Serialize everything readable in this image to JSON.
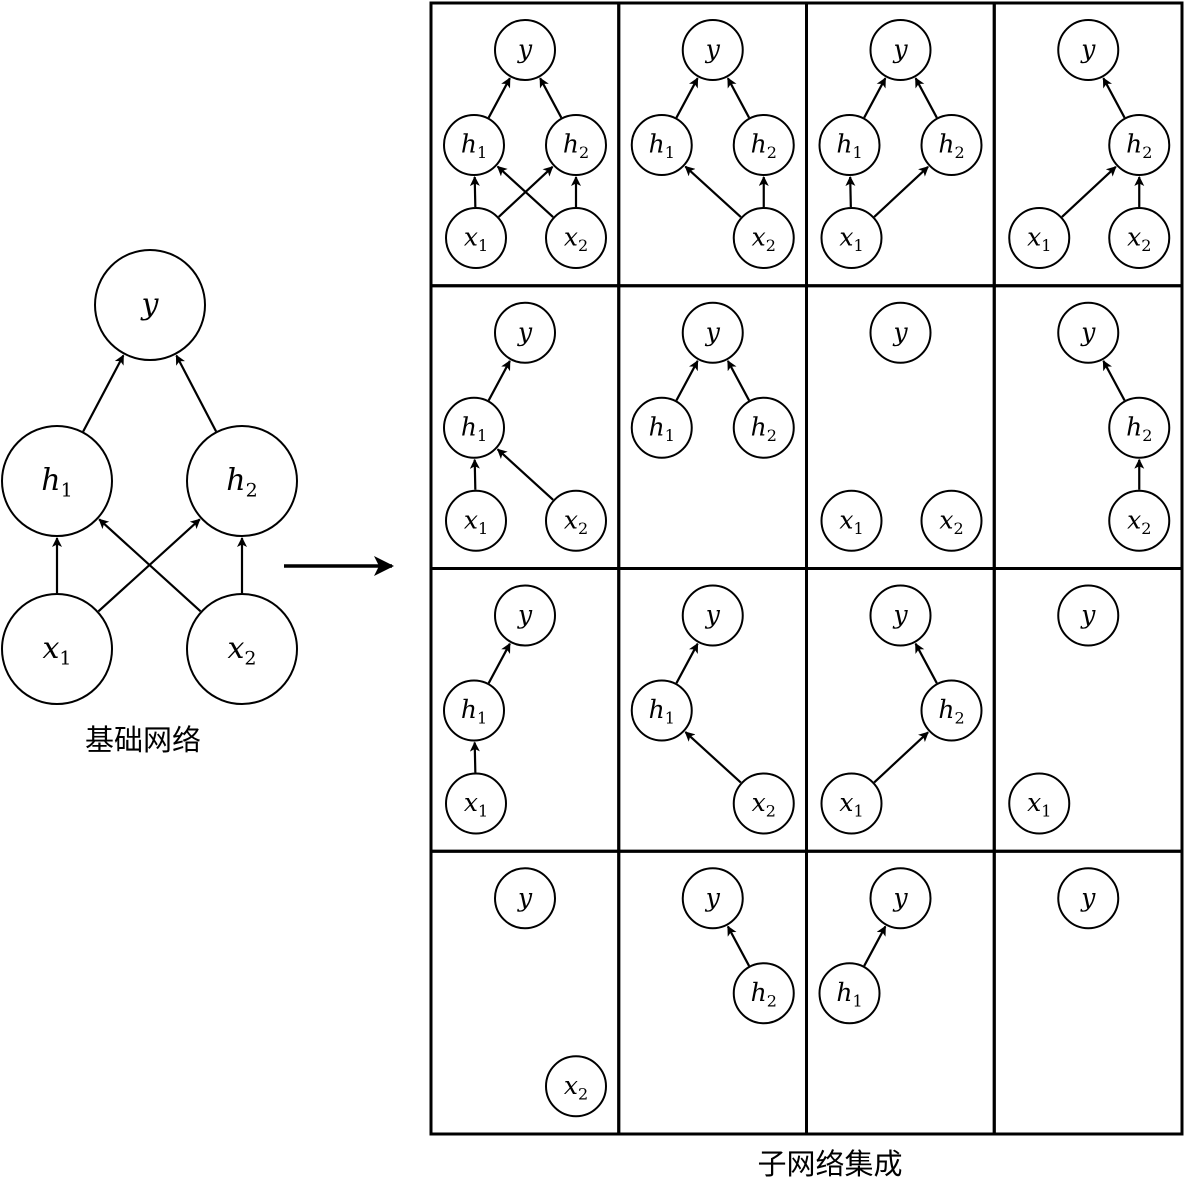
{
  "nodes": {
    "y": {
      "base": "y",
      "sub": ""
    },
    "h1": {
      "base": "h",
      "sub": "1"
    },
    "h2": {
      "base": "h",
      "sub": "2"
    },
    "x1": {
      "base": "x",
      "sub": "1"
    },
    "x2": {
      "base": "x",
      "sub": "2"
    }
  },
  "base_network": {
    "caption": "基础网络",
    "edges": [
      [
        "x1",
        "h1"
      ],
      [
        "x1",
        "h2"
      ],
      [
        "x2",
        "h1"
      ],
      [
        "x2",
        "h2"
      ],
      [
        "h1",
        "y"
      ],
      [
        "h2",
        "y"
      ]
    ]
  },
  "ensemble": {
    "caption": "子网络集成",
    "subnetworks": [
      {
        "nodes": [
          "y",
          "h1",
          "h2",
          "x1",
          "x2"
        ],
        "edges": [
          [
            "x1",
            "h1"
          ],
          [
            "x1",
            "h2"
          ],
          [
            "x2",
            "h1"
          ],
          [
            "x2",
            "h2"
          ],
          [
            "h1",
            "y"
          ],
          [
            "h2",
            "y"
          ]
        ]
      },
      {
        "nodes": [
          "y",
          "h1",
          "h2",
          "x2"
        ],
        "edges": [
          [
            "x2",
            "h1"
          ],
          [
            "x2",
            "h2"
          ],
          [
            "h1",
            "y"
          ],
          [
            "h2",
            "y"
          ]
        ]
      },
      {
        "nodes": [
          "y",
          "h1",
          "h2",
          "x1"
        ],
        "edges": [
          [
            "x1",
            "h1"
          ],
          [
            "x1",
            "h2"
          ],
          [
            "h1",
            "y"
          ],
          [
            "h2",
            "y"
          ]
        ]
      },
      {
        "nodes": [
          "y",
          "h2",
          "x1",
          "x2"
        ],
        "edges": [
          [
            "x1",
            "h2"
          ],
          [
            "x2",
            "h2"
          ],
          [
            "h2",
            "y"
          ]
        ]
      },
      {
        "nodes": [
          "y",
          "h1",
          "x1",
          "x2"
        ],
        "edges": [
          [
            "x1",
            "h1"
          ],
          [
            "x2",
            "h1"
          ],
          [
            "h1",
            "y"
          ]
        ]
      },
      {
        "nodes": [
          "y",
          "h1",
          "h2"
        ],
        "edges": [
          [
            "h1",
            "y"
          ],
          [
            "h2",
            "y"
          ]
        ]
      },
      {
        "nodes": [
          "y",
          "x1",
          "x2"
        ],
        "edges": []
      },
      {
        "nodes": [
          "y",
          "h2",
          "x2"
        ],
        "edges": [
          [
            "x2",
            "h2"
          ],
          [
            "h2",
            "y"
          ]
        ]
      },
      {
        "nodes": [
          "y",
          "h1",
          "x1"
        ],
        "edges": [
          [
            "x1",
            "h1"
          ],
          [
            "h1",
            "y"
          ]
        ]
      },
      {
        "nodes": [
          "y",
          "h1",
          "x2"
        ],
        "edges": [
          [
            "x2",
            "h1"
          ],
          [
            "h1",
            "y"
          ]
        ]
      },
      {
        "nodes": [
          "y",
          "h2",
          "x1"
        ],
        "edges": [
          [
            "x1",
            "h2"
          ],
          [
            "h2",
            "y"
          ]
        ]
      },
      {
        "nodes": [
          "y",
          "x1"
        ],
        "edges": []
      },
      {
        "nodes": [
          "y",
          "x2"
        ],
        "edges": []
      },
      {
        "nodes": [
          "y",
          "h2"
        ],
        "edges": [
          [
            "h2",
            "y"
          ]
        ]
      },
      {
        "nodes": [
          "y",
          "h1"
        ],
        "edges": [
          [
            "h1",
            "y"
          ]
        ]
      },
      {
        "nodes": [
          "y"
        ],
        "edges": []
      }
    ]
  }
}
